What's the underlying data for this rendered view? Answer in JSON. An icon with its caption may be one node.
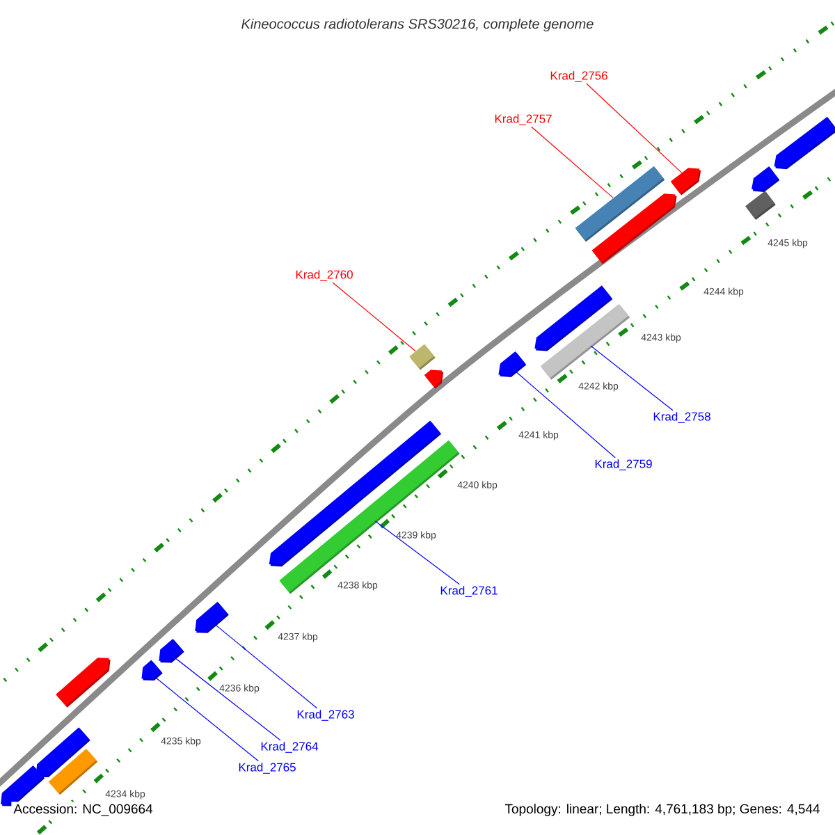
{
  "diagram": {
    "title": "Kineococcus radiotolerans SRS30216, complete genome",
    "nodes": [
      {
        "text": [
          "Krad_2756"
        ]
      },
      {
        "text": [
          "Krad_2757"
        ]
      },
      {
        "text": [
          "Krad_2760"
        ]
      },
      {
        "text": [
          "Krad_2758"
        ]
      },
      {
        "text": [
          "Krad_2759"
        ]
      },
      {
        "text": [
          "Krad_2761"
        ]
      },
      {
        "text": [
          "Krad_2763"
        ]
      },
      {
        "text": [
          "Krad_2764"
        ]
      },
      {
        "text": [
          "Krad_2765"
        ]
      },
      {
        "text": [],
        "shape": "box"
      },
      {
        "text": [],
        "shape": "arrow"
      },
      {
        "text": [],
        "shape": "arrow"
      },
      {
        "text": [],
        "shape": "arrow"
      },
      {
        "text": [],
        "shape": "arrow"
      },
      {
        "text": [],
        "shape": "box"
      },
      {
        "text": [],
        "shape": "box"
      },
      {
        "text": [],
        "shape": "arrow"
      },
      {
        "text": [],
        "shape": "arrow"
      },
      {
        "text": [],
        "shape": "arrow"
      },
      {
        "text": [],
        "shape": "box"
      },
      {
        "text": [],
        "shape": "arrow"
      },
      {
        "text": [],
        "shape": "box"
      },
      {
        "text": [],
        "shape": "arrow"
      },
      {
        "text": [],
        "shape": "arrow"
      },
      {
        "text": [],
        "shape": "arrow"
      },
      {
        "text": [],
        "shape": "arrow"
      },
      {
        "text": [],
        "shape": "arrow"
      },
      {
        "text": [],
        "shape": "box"
      },
      {
        "text": [],
        "shape": "arrow"
      }
    ],
    "edges": [
      {
        "from": 0,
        "to": 11,
        "arrow": "none",
        "color": "#ff0000"
      },
      {
        "from": 1,
        "to": 9,
        "arrow": "none",
        "color": "#ff0000"
      },
      {
        "from": 2,
        "to": 15,
        "arrow": "none",
        "color": "#ff0000"
      },
      {
        "from": 3,
        "to": 19,
        "arrow": "none"
      },
      {
        "from": 4,
        "to": 17,
        "arrow": "none"
      },
      {
        "from": 5,
        "to": 21,
        "arrow": "none"
      },
      {
        "from": 6,
        "to": 22,
        "arrow": "none"
      },
      {
        "from": 7,
        "to": 23,
        "arrow": "none"
      },
      {
        "from": 8,
        "to": 24,
        "arrow": "none"
      }
    ],
    "labels": [
      "4245 kbp",
      "4244 kbp",
      "4243 kbp",
      "4242 kbp",
      "4241 kbp",
      "4240 kbp",
      "4239 kbp",
      "4238 kbp",
      "4237 kbp",
      "4236 kbp",
      "4235 kbp",
      "4234 kbp",
      "Accession: NC_009664",
      "Topology: linear; Length: 4,761,183 bp; Genes: 4,544"
    ]
  }
}
